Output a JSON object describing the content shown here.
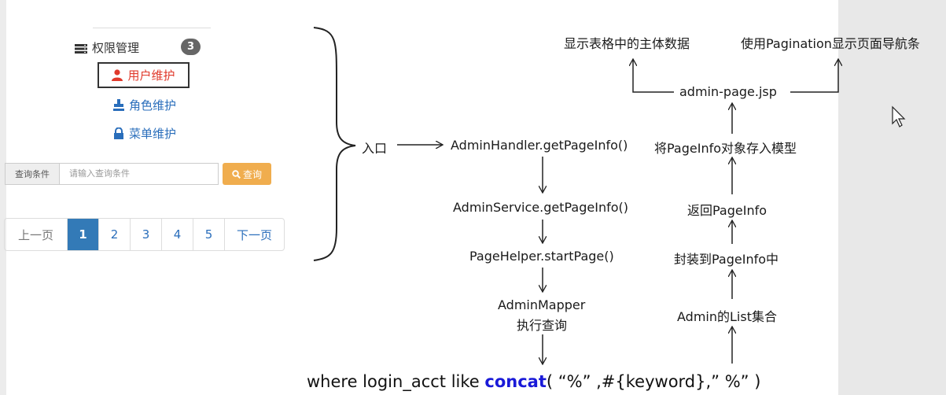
{
  "sidebar": {
    "group_label": "权限管理",
    "group_badge": "3",
    "items": [
      {
        "label": "用户维护",
        "icon": "user-icon"
      },
      {
        "label": "角色维护",
        "icon": "role-icon"
      },
      {
        "label": "菜单维护",
        "icon": "lock-icon"
      }
    ]
  },
  "search": {
    "label": "查询条件",
    "placeholder": "请输入查询条件",
    "button_label": "查询"
  },
  "pagination": {
    "prev": "上一页",
    "pages": [
      "1",
      "2",
      "3",
      "4",
      "5"
    ],
    "current": "1",
    "next": "下一页"
  },
  "diagram": {
    "entry": "入口",
    "handler": "AdminHandler.getPageInfo()",
    "service": "AdminService.getPageInfo()",
    "page_helper": "PageHelper.startPage()",
    "mapper_line1": "AdminMapper",
    "mapper_line2": "执行查询",
    "list_result": "Admin的List集合",
    "wrap": "封装到PageInfo中",
    "return": "返回PageInfo",
    "store": "将PageInfo对象存入模型",
    "jsp": "admin-page.jsp",
    "show_table": "显示表格中的主体数据",
    "show_nav": "使用Pagination显示页面导航条",
    "sql_prefix": "where login_acct like ",
    "sql_func": "concat",
    "sql_args": "( “%” ,#{keyword},” %” )"
  },
  "colors": {
    "primary": "#337ab7",
    "warning": "#f0ad4e",
    "active_red": "#e0392b",
    "keyword_blue": "#1a1ad8"
  }
}
